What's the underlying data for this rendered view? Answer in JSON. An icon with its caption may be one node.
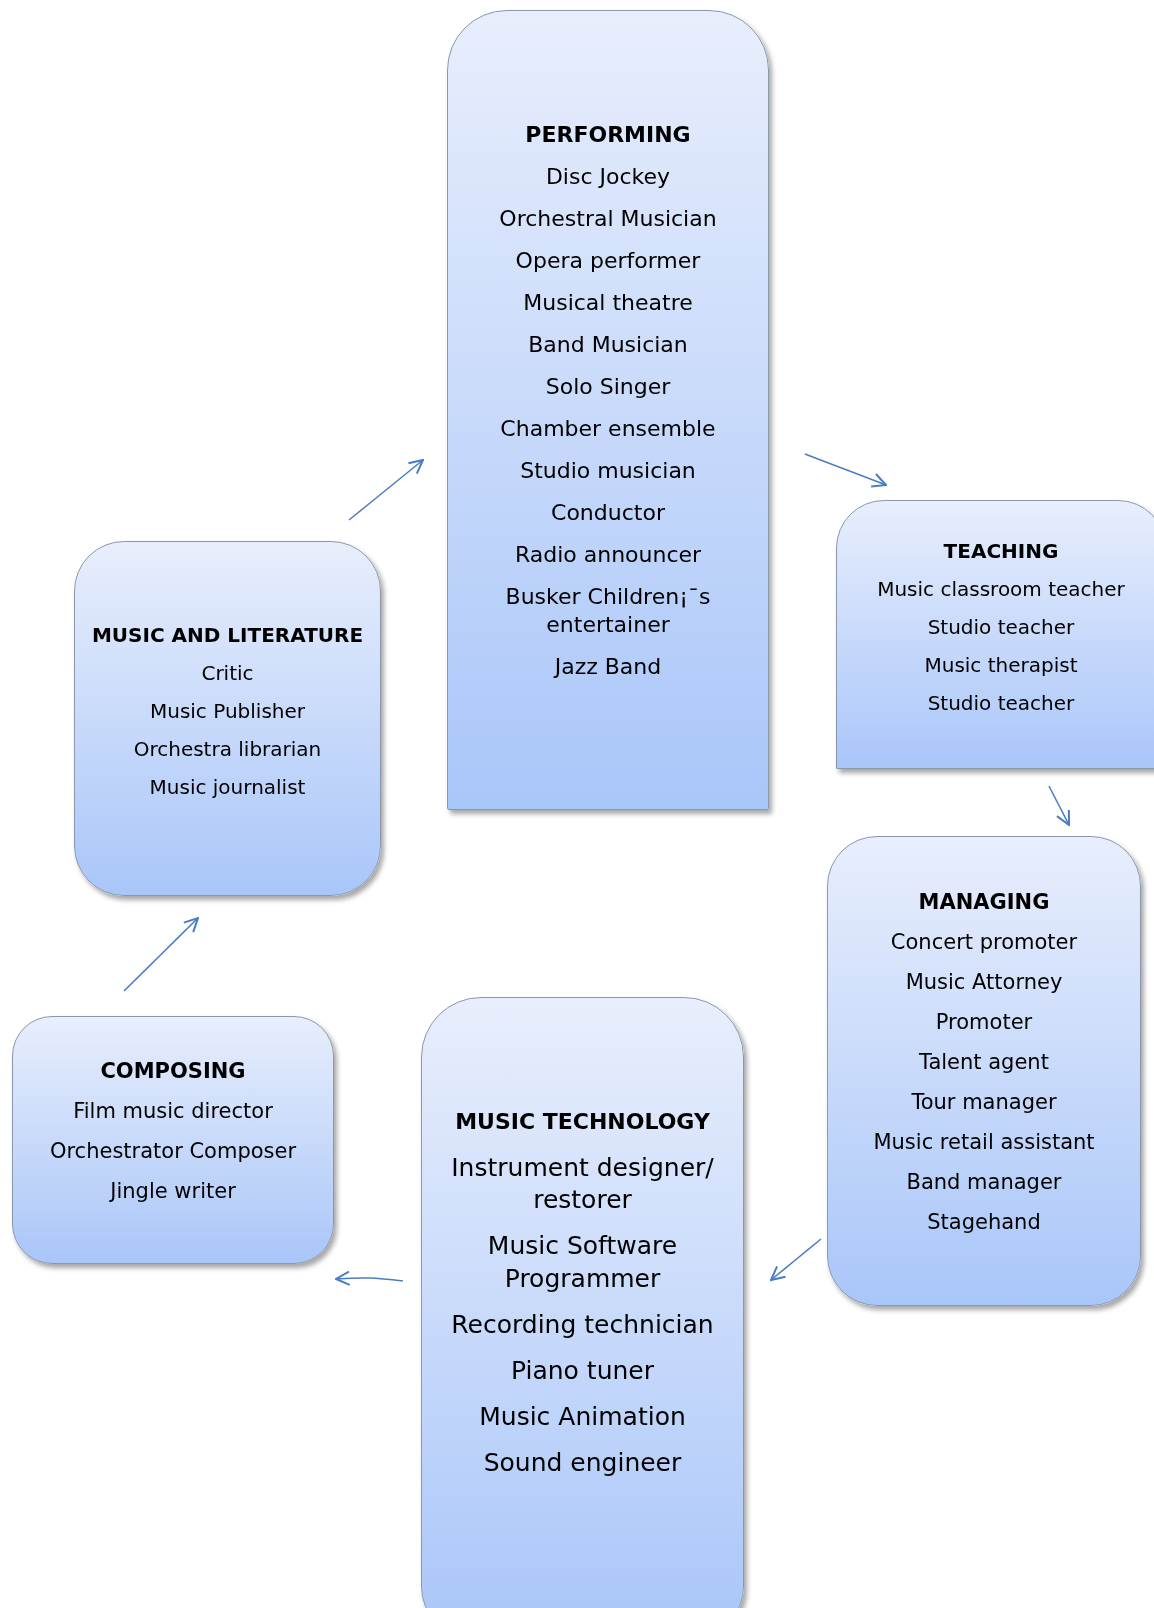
{
  "diagram": {
    "nodes": [
      {
        "text": [
          "MUSIC AND LITERATURE",
          "Critic",
          "Music Publisher",
          "Orchestra librarian",
          "Music journalist"
        ]
      },
      {
        "text": [
          "PERFORMING",
          "Disc Jockey",
          "Orchestral Musician",
          "Opera performer",
          "Musical theatre",
          "Band Musician",
          "Solo Singer",
          "Chamber ensemble",
          "Studio musician",
          "Conductor",
          "Radio announcer",
          "Busker Children¡¯s entertainer",
          "Jazz Band"
        ]
      },
      {
        "text": [
          "TEACHING",
          "Music classroom teacher",
          "Studio teacher",
          "Music therapist",
          "Studio teacher"
        ]
      },
      {
        "text": [
          "MANAGING",
          "Concert promoter",
          "Music Attorney",
          "Promoter",
          "Talent agent",
          "Tour manager",
          "Music retail assistant",
          "Band manager",
          "Stagehand"
        ]
      },
      {
        "text": [
          "MUSIC TECHNOLOGY",
          "Instrument designer/ restorer",
          "Music Software Programmer",
          "Recording technician",
          "Piano tuner",
          "Music Animation",
          "Sound engineer"
        ]
      },
      {
        "text": [
          "COMPOSING",
          "Film music director",
          "Orchestrator Composer",
          "Jingle writer"
        ]
      }
    ],
    "edges": [
      {
        "from": 0,
        "to": 1,
        "arrow": "to"
      },
      {
        "from": 1,
        "to": 2,
        "arrow": "to"
      },
      {
        "from": 2,
        "to": 3,
        "arrow": "to"
      },
      {
        "from": 3,
        "to": 4,
        "arrow": "to"
      },
      {
        "from": 4,
        "to": 5,
        "arrow": "to"
      },
      {
        "from": 5,
        "to": 0,
        "arrow": "to"
      }
    ]
  }
}
